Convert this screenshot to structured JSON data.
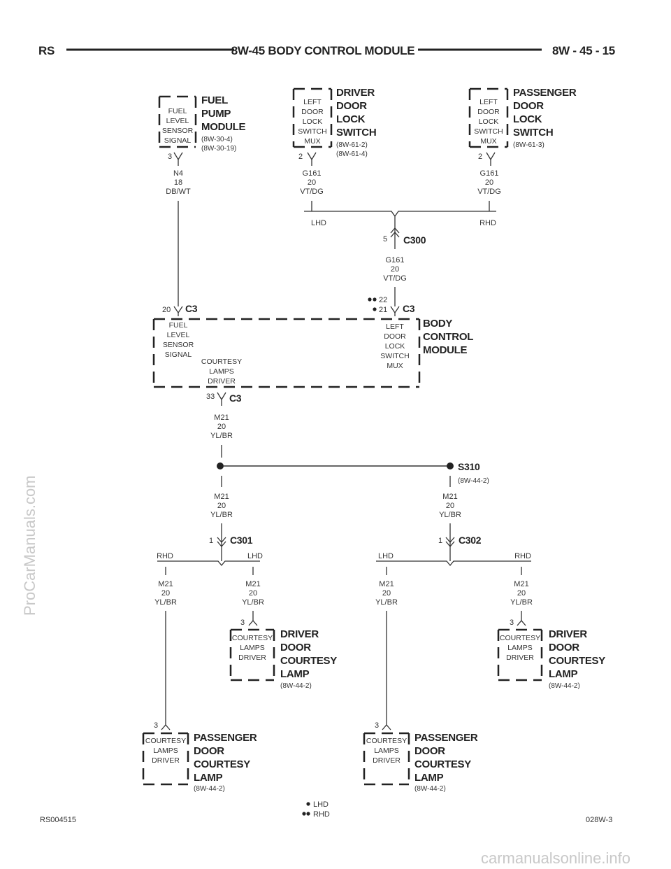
{
  "header": {
    "left": "RS",
    "title": "8W-45 BODY CONTROL MODULE",
    "right": "8W - 45 - 15"
  },
  "footer": {
    "left": "RS004515",
    "right": "028W-3"
  },
  "watermarks": {
    "side": "ProCarManuals.com",
    "bottom": "carmanualsonline.info"
  },
  "components": {
    "fuel_pump": {
      "name": [
        "FUEL",
        "PUMP",
        "MODULE"
      ],
      "refs": [
        "(8W-30-4)",
        "(8W-30-19)"
      ],
      "pin_label": [
        "FUEL",
        "LEVEL",
        "SENSOR",
        "SIGNAL"
      ],
      "pin": "3"
    },
    "driver_lock": {
      "name": [
        "DRIVER",
        "DOOR",
        "LOCK",
        "SWITCH"
      ],
      "refs": [
        "(8W-61-2)",
        "(8W-61-4)"
      ],
      "pin_label": [
        "LEFT",
        "DOOR",
        "LOCK",
        "SWITCH",
        "MUX"
      ],
      "pin": "2"
    },
    "pass_lock": {
      "name": [
        "PASSENGER",
        "DOOR",
        "LOCK",
        "SWITCH"
      ],
      "refs": [
        "(8W-61-3)"
      ],
      "pin_label": [
        "LEFT",
        "DOOR",
        "LOCK",
        "SWITCH",
        "MUX"
      ],
      "pin": "2"
    },
    "bcm": {
      "name": [
        "BODY",
        "CONTROL",
        "MODULE"
      ],
      "pin_fuel": [
        "FUEL",
        "LEVEL",
        "SENSOR",
        "SIGNAL"
      ],
      "pin_courtesy": [
        "COURTESY",
        "LAMPS",
        "DRIVER"
      ],
      "pin_lock": [
        "LEFT",
        "DOOR",
        "LOCK",
        "SWITCH",
        "MUX"
      ]
    },
    "courtesy_pin_label": [
      "COURTESY",
      "LAMPS",
      "DRIVER"
    ],
    "driver_courtesy": {
      "name": [
        "DRIVER",
        "DOOR",
        "COURTESY",
        "LAMP"
      ],
      "ref": "(8W-44-2)",
      "pin": "3"
    },
    "pass_courtesy": {
      "name": [
        "PASSENGER",
        "DOOR",
        "COURTESY",
        "LAMP"
      ],
      "ref": "(8W-44-2)",
      "pin": "3"
    }
  },
  "wires": {
    "n4": [
      "N4",
      "18",
      "DB/WT"
    ],
    "g161": [
      "G161",
      "20",
      "VT/DG"
    ],
    "m21": [
      "M21",
      "20",
      "YL/BR"
    ]
  },
  "connectors": {
    "c300": {
      "name": "C300",
      "pin": "5"
    },
    "c3": {
      "name": "C3",
      "pin_fuel": "20",
      "pin_lock_lhd": "22",
      "pin_lock_rhd": "21",
      "pin_courtesy": "33"
    },
    "c301": {
      "name": "C301",
      "pin": "1"
    },
    "c302": {
      "name": "C302",
      "pin": "1"
    }
  },
  "splice": {
    "name": "S310",
    "ref": "(8W-44-2)"
  },
  "variants": {
    "lhd": "LHD",
    "rhd": "RHD"
  },
  "legend": {
    "lhd": "LHD",
    "rhd": "RHD"
  }
}
